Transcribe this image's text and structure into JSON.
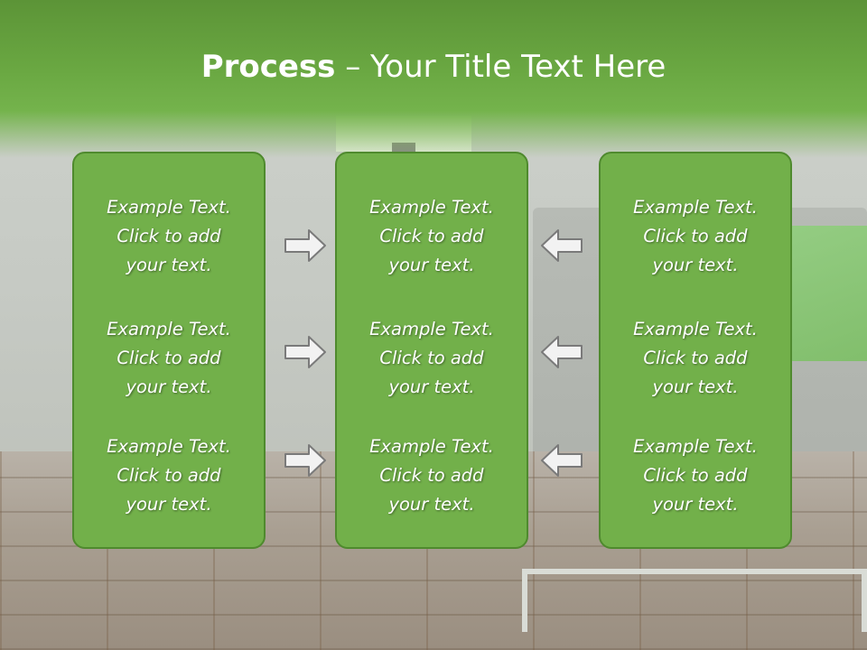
{
  "title": {
    "bold": "Process",
    "rest": " – Your Title Text Here"
  },
  "colors": {
    "header_green": "#6aa842",
    "box_fill": "#72b04a",
    "box_border": "#4f8a2e",
    "arrow_fill": "#f2f2f2",
    "arrow_stroke": "#7a7a7a"
  },
  "columns": [
    {
      "position": "left",
      "items": [
        {
          "line1": "Example Text.",
          "line2": "Click  to add",
          "line3": "your text."
        },
        {
          "line1": "Example Text.",
          "line2": "Click  to add",
          "line3": "your text."
        },
        {
          "line1": "Example Text.",
          "line2": "Click  to add",
          "line3": "your text."
        }
      ]
    },
    {
      "position": "center",
      "items": [
        {
          "line1": "Example Text.",
          "line2": "Click  to add",
          "line3": "your text."
        },
        {
          "line1": "Example Text.",
          "line2": "Click  to add",
          "line3": "your text."
        },
        {
          "line1": "Example Text.",
          "line2": "Click  to add",
          "line3": "your text."
        }
      ]
    },
    {
      "position": "right",
      "items": [
        {
          "line1": "Example Text.",
          "line2": "Click  to add",
          "line3": "your text."
        },
        {
          "line1": "Example Text.",
          "line2": "Click  to add",
          "line3": "your text."
        },
        {
          "line1": "Example Text.",
          "line2": "Click  to add",
          "line3": "your text."
        }
      ]
    }
  ],
  "arrows": {
    "left_group": {
      "direction": "right",
      "icon": "arrow-right-icon"
    },
    "right_group": {
      "direction": "left",
      "icon": "arrow-left-icon"
    }
  }
}
